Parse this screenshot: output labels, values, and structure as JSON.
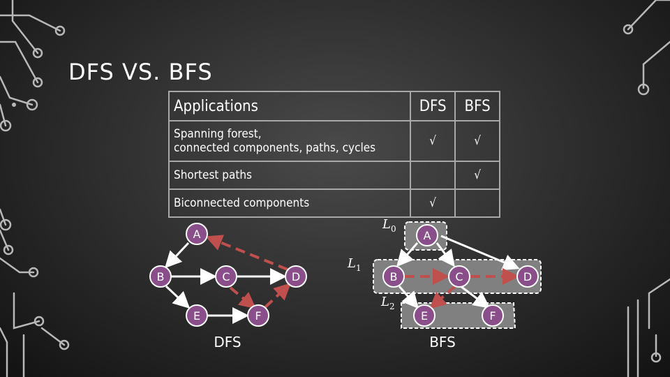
{
  "slide": {
    "title": "DFS VS. BFS"
  },
  "table": {
    "header": {
      "app": "Applications",
      "dfs": "DFS",
      "bfs": "BFS"
    },
    "rows": [
      {
        "app": "Spanning forest,\nconnected components, paths, cycles",
        "dfs": "√",
        "bfs": "√"
      },
      {
        "app": "Shortest paths",
        "dfs": "",
        "bfs": "√"
      },
      {
        "app": "Biconnected components",
        "dfs": "√",
        "bfs": ""
      }
    ]
  },
  "dfs_graph": {
    "caption": "DFS",
    "nodes": [
      "A",
      "B",
      "C",
      "D",
      "E",
      "F"
    ]
  },
  "bfs_graph": {
    "caption": "BFS",
    "nodes": [
      "A",
      "B",
      "C",
      "D",
      "E",
      "F"
    ],
    "levels": [
      {
        "letter": "L",
        "sub": "0"
      },
      {
        "letter": "L",
        "sub": "1"
      },
      {
        "letter": "L",
        "sub": "2"
      }
    ]
  },
  "colors": {
    "node_fill": "#8a4f8a",
    "back_edge": "#c0504d",
    "level_fill": "#808080"
  },
  "icons": [
    "circuit-decoration-icon"
  ]
}
